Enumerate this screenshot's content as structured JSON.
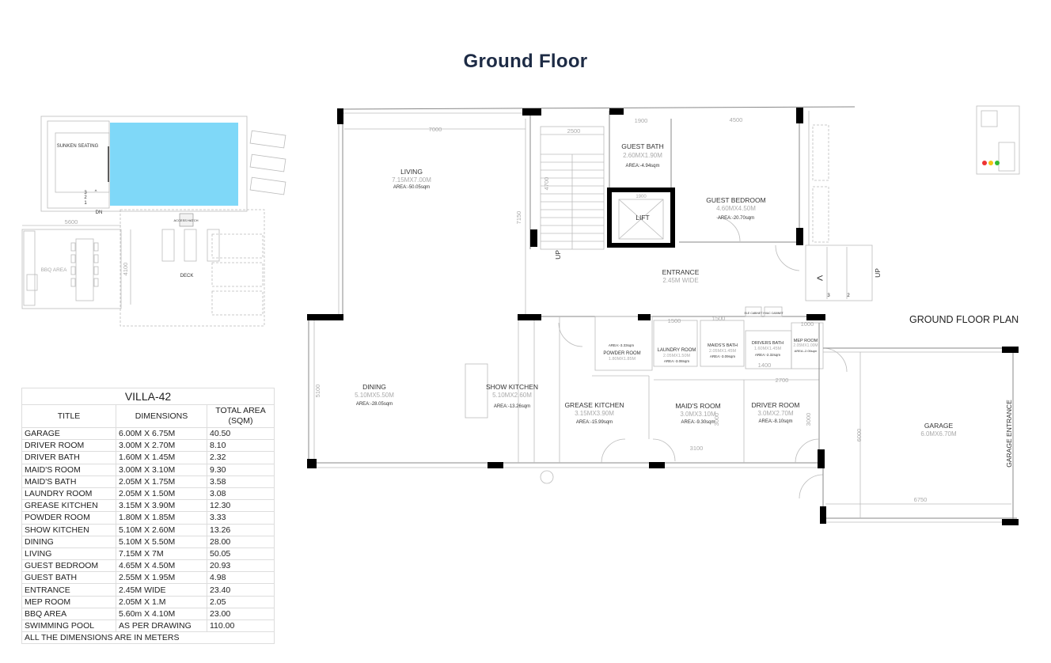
{
  "page_title": "Ground Floor",
  "plan_label": "GROUND FLOOR PLAN",
  "colors": {
    "pool": "#7fd8f8",
    "title": "#1d2b45"
  },
  "table": {
    "title": "VILLA-42",
    "headers": [
      "TITLE",
      "DIMENSIONS",
      "TOTAL AREA (SQM)"
    ],
    "rows": [
      [
        "GARAGE",
        "6.00M X 6.75M",
        "40.50"
      ],
      [
        "DRIVER ROOM",
        "3.00M X 2.70M",
        "8.10"
      ],
      [
        "DRIVER BATH",
        "1.60M X 1.45M",
        "2.32"
      ],
      [
        "MAID'S ROOM",
        "3.00M X 3.10M",
        "9.30"
      ],
      [
        "MAID'S BATH",
        "2.05M X 1.75M",
        "3.58"
      ],
      [
        "LAUNDRY ROOM",
        "2.05M X 1.50M",
        "3.08"
      ],
      [
        "GREASE KITCHEN",
        "3.15M X 3.90M",
        "12.30"
      ],
      [
        "POWDER ROOM",
        "1.80M X 1.85M",
        "3.33"
      ],
      [
        "SHOW KITCHEN",
        "5.10M X 2.60M",
        "13.26"
      ],
      [
        "DINING",
        "5.10M X 5.50M",
        "28.00"
      ],
      [
        "LIVING",
        "7.15M X 7M",
        "50.05"
      ],
      [
        "GUEST BEDROOM",
        "4.65M X 4.50M",
        "20.93"
      ],
      [
        "GUEST BATH",
        "2.55M X 1.95M",
        "4.98"
      ],
      [
        "ENTRANCE",
        "2.45M WIDE",
        "23.40"
      ],
      [
        "MEP ROOM",
        "2.05M X 1.M",
        "2.05"
      ],
      [
        "BBQ AREA",
        "5.60m X 4.10M",
        "23.00"
      ],
      [
        "SWIMMING POOL",
        "AS PER DRAWING",
        "110.00"
      ]
    ],
    "footer": "ALL THE DIMENSIONS ARE IN METERS"
  },
  "rooms": {
    "living": {
      "name": "LIVING",
      "dim": "7.15MX7.00M",
      "area": "AREA:-50.05sqm"
    },
    "guest_bath": {
      "name": "GUEST BATH",
      "dim": "2.60MX1.90M",
      "area": "AREA:-4.94sqm"
    },
    "guest_bedroom": {
      "name": "GUEST BEDROOM",
      "dim": "4.60MX4.50M",
      "area": "AREA:-20.70sqm"
    },
    "lift": {
      "name": "LIFT"
    },
    "entrance": {
      "name": "ENTRANCE",
      "dim": "2.45M WIDE"
    },
    "dining": {
      "name": "DINING",
      "dim": "5.10MX5.50M",
      "area": "AREA:-28.05sqm"
    },
    "show_kitchen": {
      "name": "SHOW KITCHEN",
      "dim": "5.10MX2.60M",
      "area": "AREA:-13.26sqm"
    },
    "grease_kitchen": {
      "name": "GREASE KITCHEN",
      "dim": "3.15MX3.90M",
      "area": "AREA:-15.99sqm"
    },
    "powder_room": {
      "name": "POWDER ROOM",
      "dim": "1.80MX1.85M",
      "area": "AREA:-3.33sqm"
    },
    "laundry_room": {
      "name": "LAUNDRY ROOM",
      "dim": "2.05MX1.50M",
      "area": "AREA:-3.08sqm"
    },
    "maids_bath": {
      "name": "MAIDS'S BATH",
      "dim": "2.05MX1.45M",
      "area": "AREA:-3.09sqm"
    },
    "drivers_bath": {
      "name": "DRIVERS BATH",
      "dim": "1.60MX1.45M",
      "area": "AREA:-2.32sqm"
    },
    "mep_room": {
      "name": "MEP ROOM",
      "dim": "2.05MX1.00M",
      "area": "AREA:-2.05sqm"
    },
    "maids_room": {
      "name": "MAID'S ROOM",
      "dim": "3.0MX3.10M",
      "area": "AREA:-9.30sqm"
    },
    "driver_room": {
      "name": "DRIVER ROOM",
      "dim": "3.0MX2.70M",
      "area": "AREA:-8.10sqm"
    },
    "garage": {
      "name": "GARAGE",
      "dim": "6.0MX6.70M"
    },
    "garage_entrance": {
      "name": "GARAGE ENTRANCE"
    },
    "elec_cabinet": {
      "name": "ELE CABINET"
    },
    "hvac_cabinet": {
      "name": "HVAC CABINET"
    }
  },
  "site": {
    "sunken_seating": "SUNKEN SEATING",
    "bbq_area": "BBQ AREA",
    "deck": "DECK",
    "access_hatch": "ACCESS HATCH",
    "dn": "DN",
    "steps": [
      "3",
      "2",
      "1"
    ]
  },
  "dimensions": {
    "living_width": "7000",
    "stair_width": "2500",
    "guest_bath_width": "1900",
    "guest_bed_width": "4500",
    "living_depth": "7150",
    "stair_run": "4700",
    "dining_depth": "5100",
    "laundry_width": "1500",
    "maids_bath_width": "1500",
    "mep_width": "1000",
    "drivers_bath_width": "1400",
    "driver_room_width": "2700",
    "maids_room_width": "3100",
    "maids_room_depth": "3000",
    "driver_room_depth": "3000",
    "garage_depth": "6000",
    "garage_width": "6750",
    "lift_width": "1900",
    "bbq_width": "5600",
    "deck_depth": "4100"
  },
  "stairs": {
    "up_label": "UP",
    "entry_up_label": "UP",
    "entry_steps": [
      "3",
      "2"
    ]
  }
}
